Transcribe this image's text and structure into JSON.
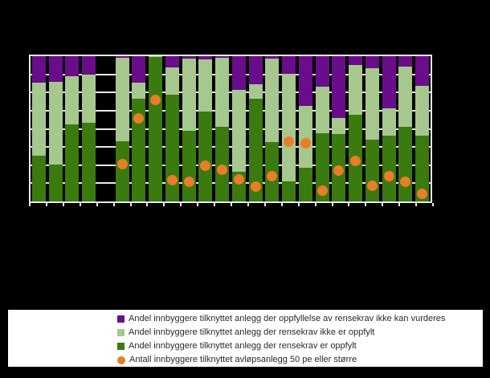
{
  "page": {
    "background": "#000000"
  },
  "colors": {
    "purple": "#6a0d8a",
    "light_green": "#a6c88e",
    "dark_green": "#3a7a0f",
    "orange": "#e97d28",
    "grid": "#e8e8e8",
    "plot_background": "#000000",
    "legend_background": "#ffffff",
    "legend_text": "#2b2b2b"
  },
  "legend": {
    "items": [
      {
        "label": "Andel innbyggere tilknyttet anlegg der oppfyllelse av rensekrav ikke kan vurderes",
        "swatch": "square",
        "color": "#6a0d8a"
      },
      {
        "label": "Andel innbyggere tilknyttet anlegg der rensekrav ikke er oppfylt",
        "swatch": "square",
        "color": "#a6c88e"
      },
      {
        "label": "Andel innbyggere tilknyttet anlegg der rensekrav er oppfylt",
        "swatch": "square",
        "color": "#3a7a0f"
      },
      {
        "label": "Antall innbyggere tilknyttet avløpsanlegg 50 pe eller større",
        "swatch": "circle",
        "color": "#e97d28"
      }
    ]
  },
  "chart_data": {
    "type": "bar",
    "subtype": "100%-stacked-columns-with-point-overlay",
    "orientation": "vertical",
    "title_visible": false,
    "axis_tick_labels_visible": false,
    "n_category_slots": 24,
    "empty_slot_index": 5,
    "categories": [
      "",
      "",
      "",
      "",
      "",
      "",
      "",
      "",
      "",
      "",
      "",
      "",
      "",
      "",
      "",
      "",
      "",
      "",
      "",
      "",
      "",
      "",
      "",
      ""
    ],
    "grid": {
      "horizontal_lines": 9,
      "color": "#e8e8e8"
    },
    "y_axis": {
      "unit": "percent",
      "min": 0,
      "max": 100,
      "labels_visible": false
    },
    "series": [
      {
        "name": "Andel innbyggere tilknyttet anlegg der rensekrav er oppfylt",
        "color": "#3a7a0f",
        "stack_order": 1,
        "values_percent": [
          31.3,
          25.3,
          53.3,
          54.4,
          null,
          41.2,
          70.9,
          99.5,
          73.6,
          48.9,
          62.1,
          51.6,
          20.3,
          70.9,
          40.7,
          13.7,
          23.1,
          46.7,
          46.2,
          59.9,
          42.3,
          45.1,
          51.6,
          45.1
        ]
      },
      {
        "name": "Andel innbyggere tilknyttet anlegg der rensekrav ikke er oppfylt",
        "color": "#a6c88e",
        "stack_order": 2,
        "values_percent": [
          50.5,
          57.1,
          33.0,
          33.0,
          null,
          57.7,
          11.0,
          0.5,
          18.7,
          49.5,
          35.7,
          47.3,
          56.6,
          9.9,
          57.7,
          74.2,
          42.9,
          32.4,
          11.5,
          34.1,
          49.5,
          19.2,
          41.2,
          34.6
        ]
      },
      {
        "name": "Andel innbyggere tilknyttet anlegg der oppfyllelse av rensekrav ikke kan vurderes",
        "color": "#6a0d8a",
        "stack_order": 3,
        "values_percent": [
          18.2,
          17.6,
          13.7,
          12.6,
          null,
          1.1,
          18.1,
          0.0,
          7.7,
          1.6,
          2.2,
          1.1,
          23.1,
          19.2,
          1.6,
          12.1,
          34.0,
          20.9,
          42.3,
          6.0,
          8.2,
          35.7,
          7.2,
          20.3
        ]
      }
    ],
    "points": {
      "name": "Antall innbyggere tilknyttet avløpsanlegg 50 pe eller større",
      "color": "#e97d28",
      "axis": "secondary (tick labels not visible)",
      "values_percent_of_plot_height": [
        null,
        null,
        null,
        null,
        null,
        25.8,
        57.1,
        69.8,
        14.8,
        13.7,
        24.7,
        22.0,
        15.4,
        10.4,
        17.6,
        41.2,
        40.1,
        7.7,
        21.4,
        28.0,
        11.0,
        17.6,
        13.7,
        5.5
      ]
    }
  }
}
